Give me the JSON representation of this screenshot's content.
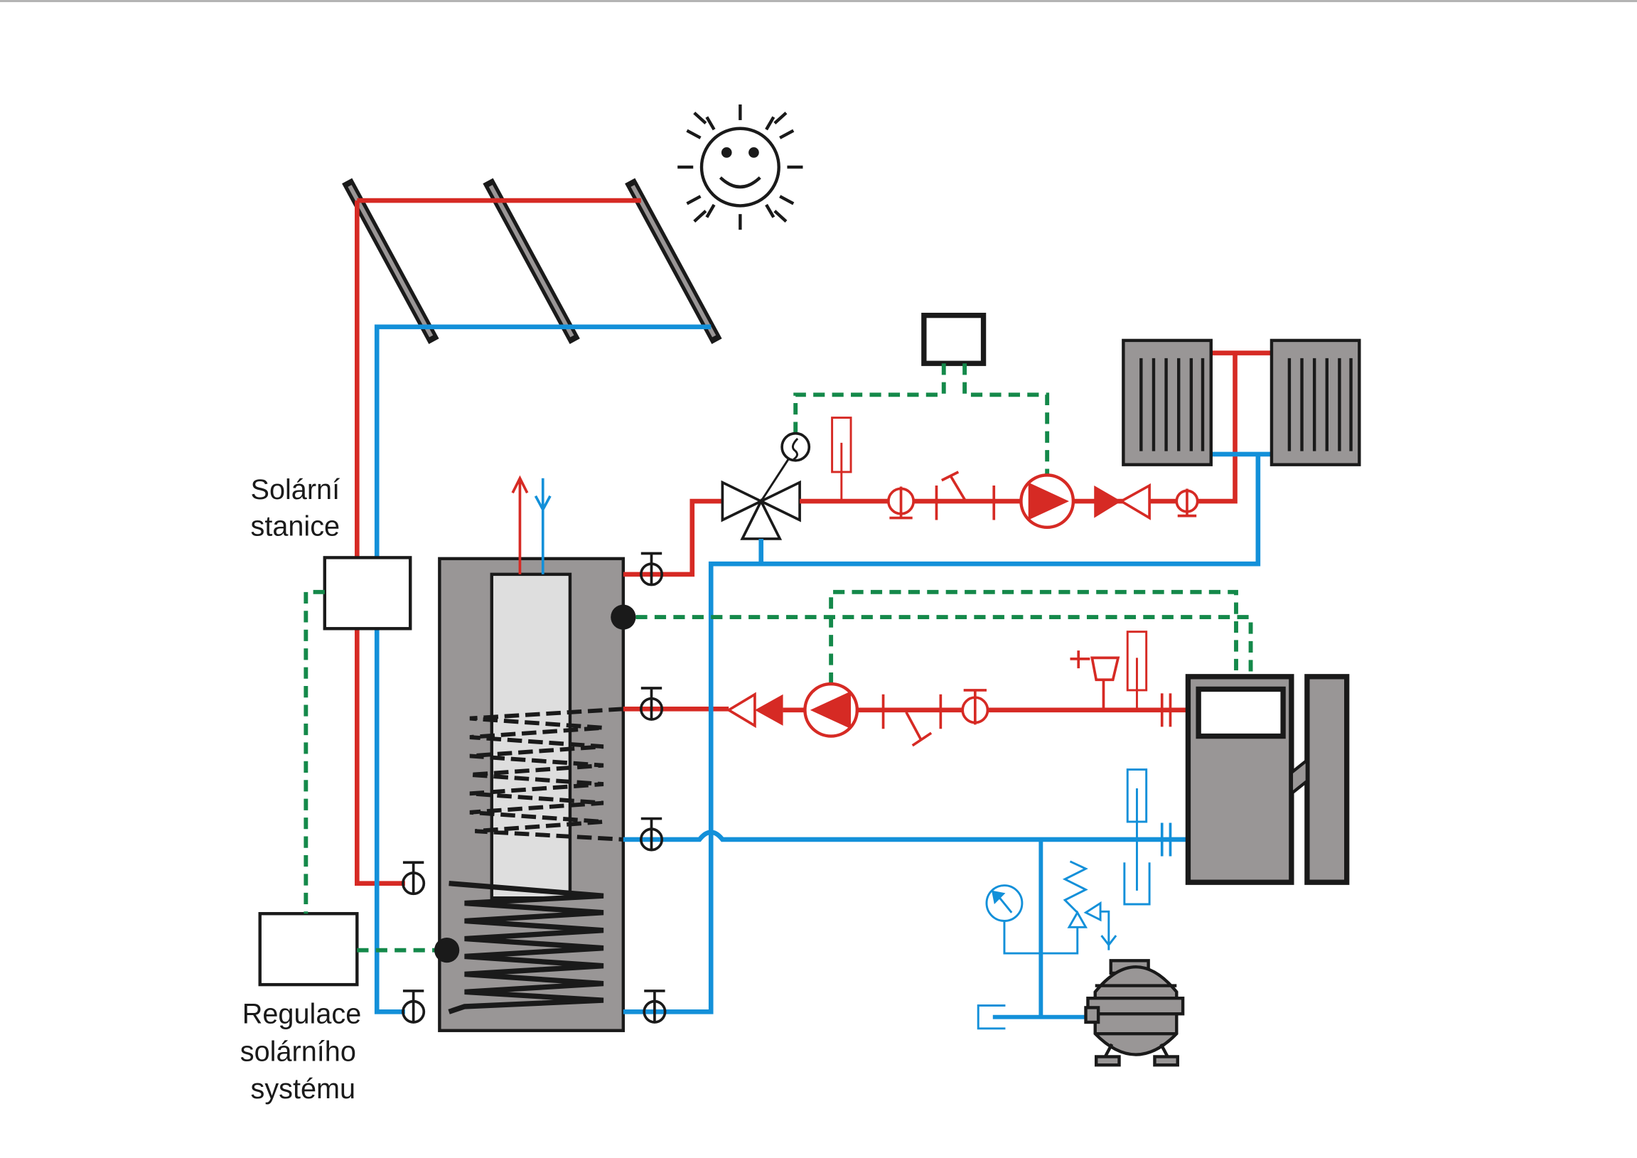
{
  "diagram": {
    "title": "Solar heating system schematic",
    "labels": {
      "solar_station": [
        "Solární",
        "stanice"
      ],
      "solar_regulation": [
        "Regulace",
        "solárního",
        "systému"
      ]
    },
    "colors": {
      "hot_pipe": "#d62a24",
      "cold_pipe": "#1390d9",
      "signal_line": "#14894a",
      "equipment_fill": "#999696",
      "outline": "#1a1a1a"
    },
    "components": [
      "sun",
      "solar-collector-1",
      "solar-collector-2",
      "solar-collector-3",
      "solar-station",
      "solar-controller",
      "storage-tank",
      "heating-controller",
      "mixing-valve",
      "heating-pump",
      "radiator-1",
      "radiator-2",
      "boiler",
      "boiler-pump",
      "expansion-vessel",
      "pressure-gauge",
      "safety-valve"
    ]
  }
}
